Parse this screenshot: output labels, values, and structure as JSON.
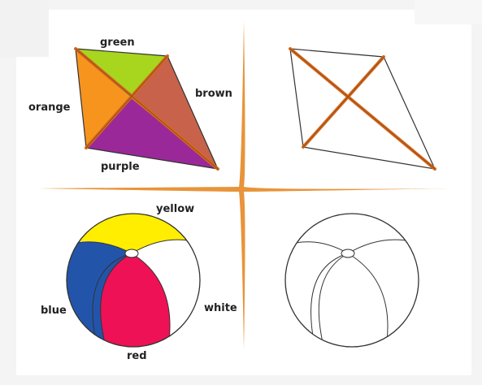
{
  "kite": {
    "labels": {
      "green": "green",
      "brown": "brown",
      "orange": "orange",
      "purple": "purple"
    },
    "colors": {
      "green": "#a8d51e",
      "brown": "#c8624a",
      "orange": "#f7941d",
      "purple": "#9b2899",
      "stick": "#d2691e"
    }
  },
  "ball": {
    "labels": {
      "yellow": "yellow",
      "blue": "blue",
      "white": "white",
      "red": "red"
    },
    "colors": {
      "yellow": "#ffee00",
      "blue": "#2255aa",
      "white": "#ffffff",
      "red": "#ee1155"
    }
  },
  "divider_color": "#e8943a"
}
